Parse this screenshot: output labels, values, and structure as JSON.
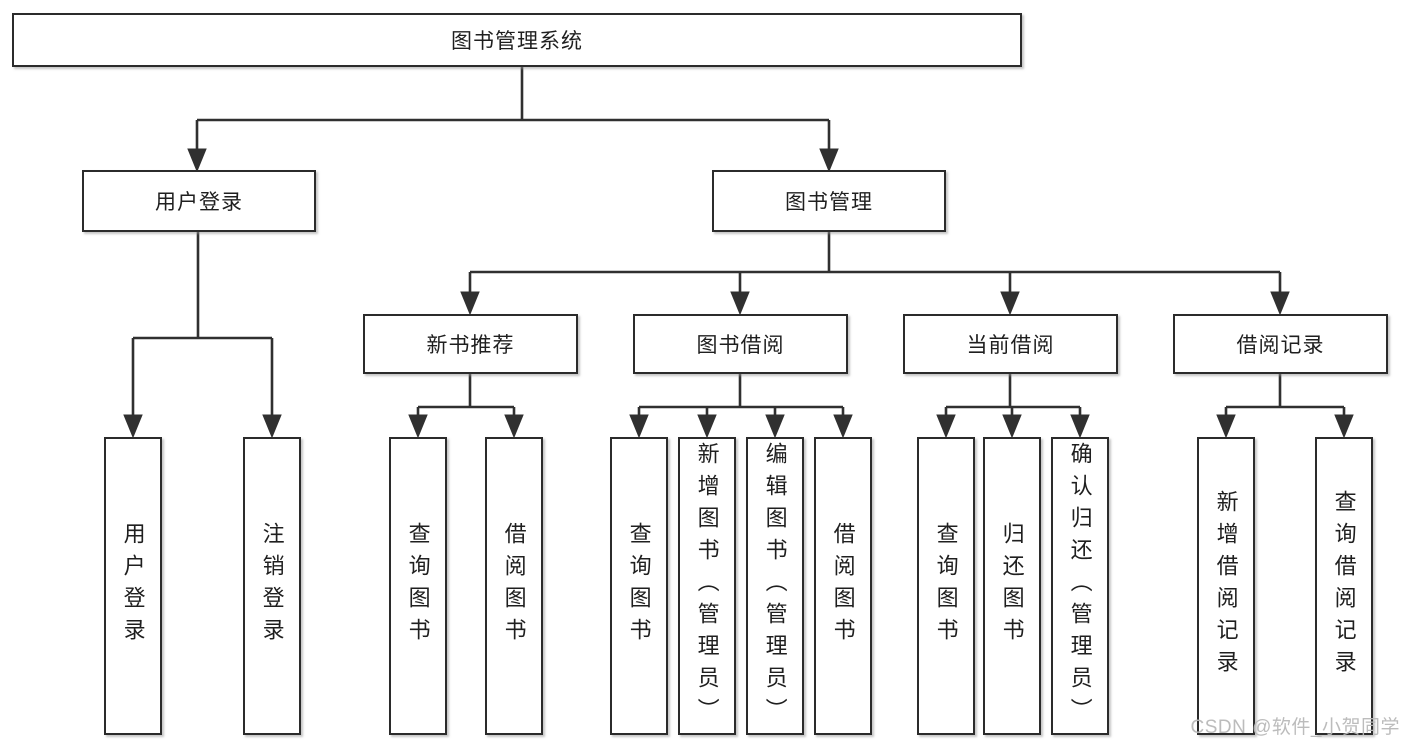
{
  "diagram": {
    "root": {
      "label": "图书管理系统"
    },
    "branches": [
      {
        "label": "用户登录",
        "children": [
          "用户登录",
          "注销登录"
        ]
      },
      {
        "label": "图书管理",
        "groups": [
          {
            "label": "新书推荐",
            "children": [
              "查询图书",
              "借阅图书"
            ]
          },
          {
            "label": "图书借阅",
            "children": [
              "查询图书",
              "新增图书（管理员）",
              "编辑图书（管理员）",
              "借阅图书"
            ]
          },
          {
            "label": "当前借阅",
            "children": [
              "查询图书",
              "归还图书",
              "确认归还（管理员）"
            ]
          },
          {
            "label": "借阅记录",
            "children": [
              "新增借阅记录",
              "查询借阅记录"
            ]
          }
        ]
      }
    ]
  },
  "watermark": {
    "text": "CSDN @软件_小贺同学",
    "color": "#b8b8b8"
  },
  "colors": {
    "line": "#303030",
    "box_border": "#2b2b2b",
    "box_fill": "#ffffff",
    "label_text": "#1f1f1f",
    "background": "#ffffff"
  }
}
